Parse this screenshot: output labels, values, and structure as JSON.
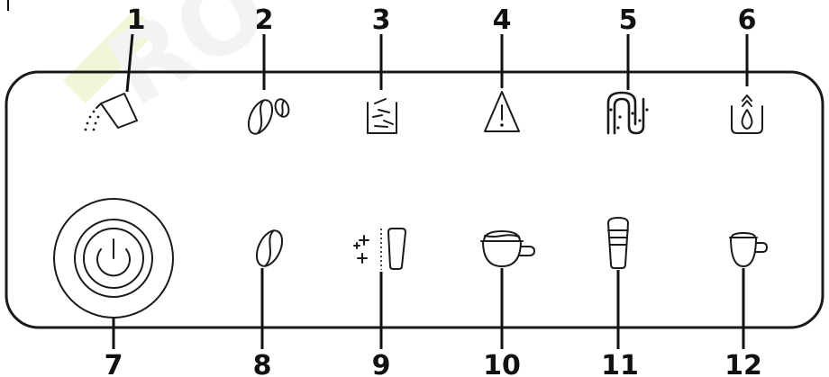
{
  "panel": {
    "callouts": {
      "c1": "1",
      "c2": "2",
      "c3": "3",
      "c4": "4",
      "c5": "5",
      "c6": "6",
      "c7": "7",
      "c8": "8",
      "c9": "9",
      "c10": "10",
      "c11": "11",
      "c12": "12"
    },
    "icons": {
      "c1": "descaling-icon",
      "c2": "beans-icon",
      "c3": "grounds-container-icon",
      "c4": "warning-icon",
      "c5": "water-circuit-icon",
      "c6": "water-tank-icon",
      "c7": "power-icon",
      "c8": "coffee-bean-icon",
      "c9": "hot-water-cleaning-icon",
      "c10": "cappuccino-icon",
      "c11": "latte-macchiato-icon",
      "c12": "espresso-icon"
    },
    "watermark": "RO",
    "colors": {
      "outline": "#1a1a1a",
      "watermark": "#f3f3f3",
      "watermark_accent": "#f1f6d8"
    }
  }
}
